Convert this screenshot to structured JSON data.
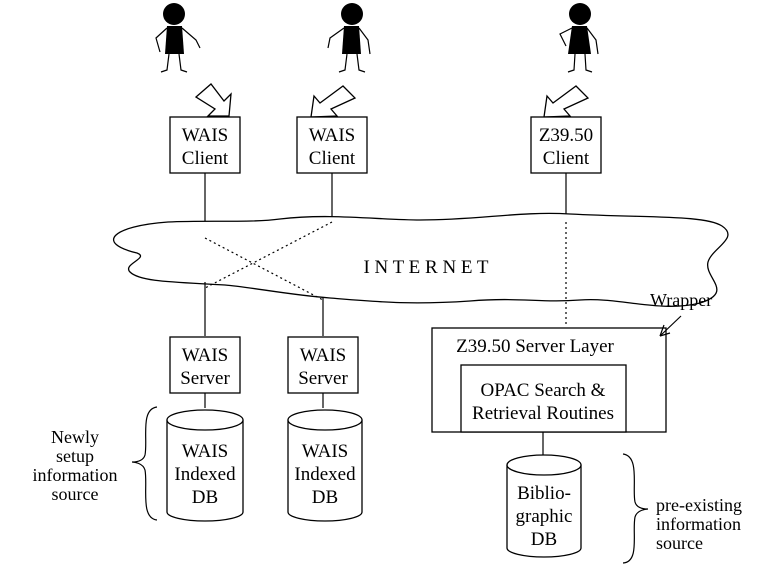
{
  "clients": {
    "wais1": {
      "line1": "WAIS",
      "line2": "Client"
    },
    "wais2": {
      "line1": "WAIS",
      "line2": "Client"
    },
    "z3950": {
      "line1": "Z39.50",
      "line2": "Client"
    }
  },
  "internet": {
    "label": "I N T E R N E T"
  },
  "servers": {
    "wais1": {
      "line1": "WAIS",
      "line2": "Server"
    },
    "wais2": {
      "line1": "WAIS",
      "line2": "Server"
    }
  },
  "z_layer": {
    "title": "Z39.50 Server Layer",
    "opac_line1": "OPAC Search &",
    "opac_line2": "Retrieval Routines"
  },
  "wrapper": {
    "label": "Wrapper"
  },
  "databases": {
    "wais1": {
      "line1": "WAIS",
      "line2": "Indexed",
      "line3": "DB"
    },
    "wais2": {
      "line1": "WAIS",
      "line2": "Indexed",
      "line3": "DB"
    },
    "biblio": {
      "line1": "Biblio-",
      "line2": "graphic",
      "line3": "DB"
    }
  },
  "annotations": {
    "newly": {
      "line1": "Newly",
      "line2": "setup",
      "line3": "information",
      "line4": "source"
    },
    "preexisting": {
      "line1": "pre-existing",
      "line2": "information",
      "line3": "source"
    }
  }
}
